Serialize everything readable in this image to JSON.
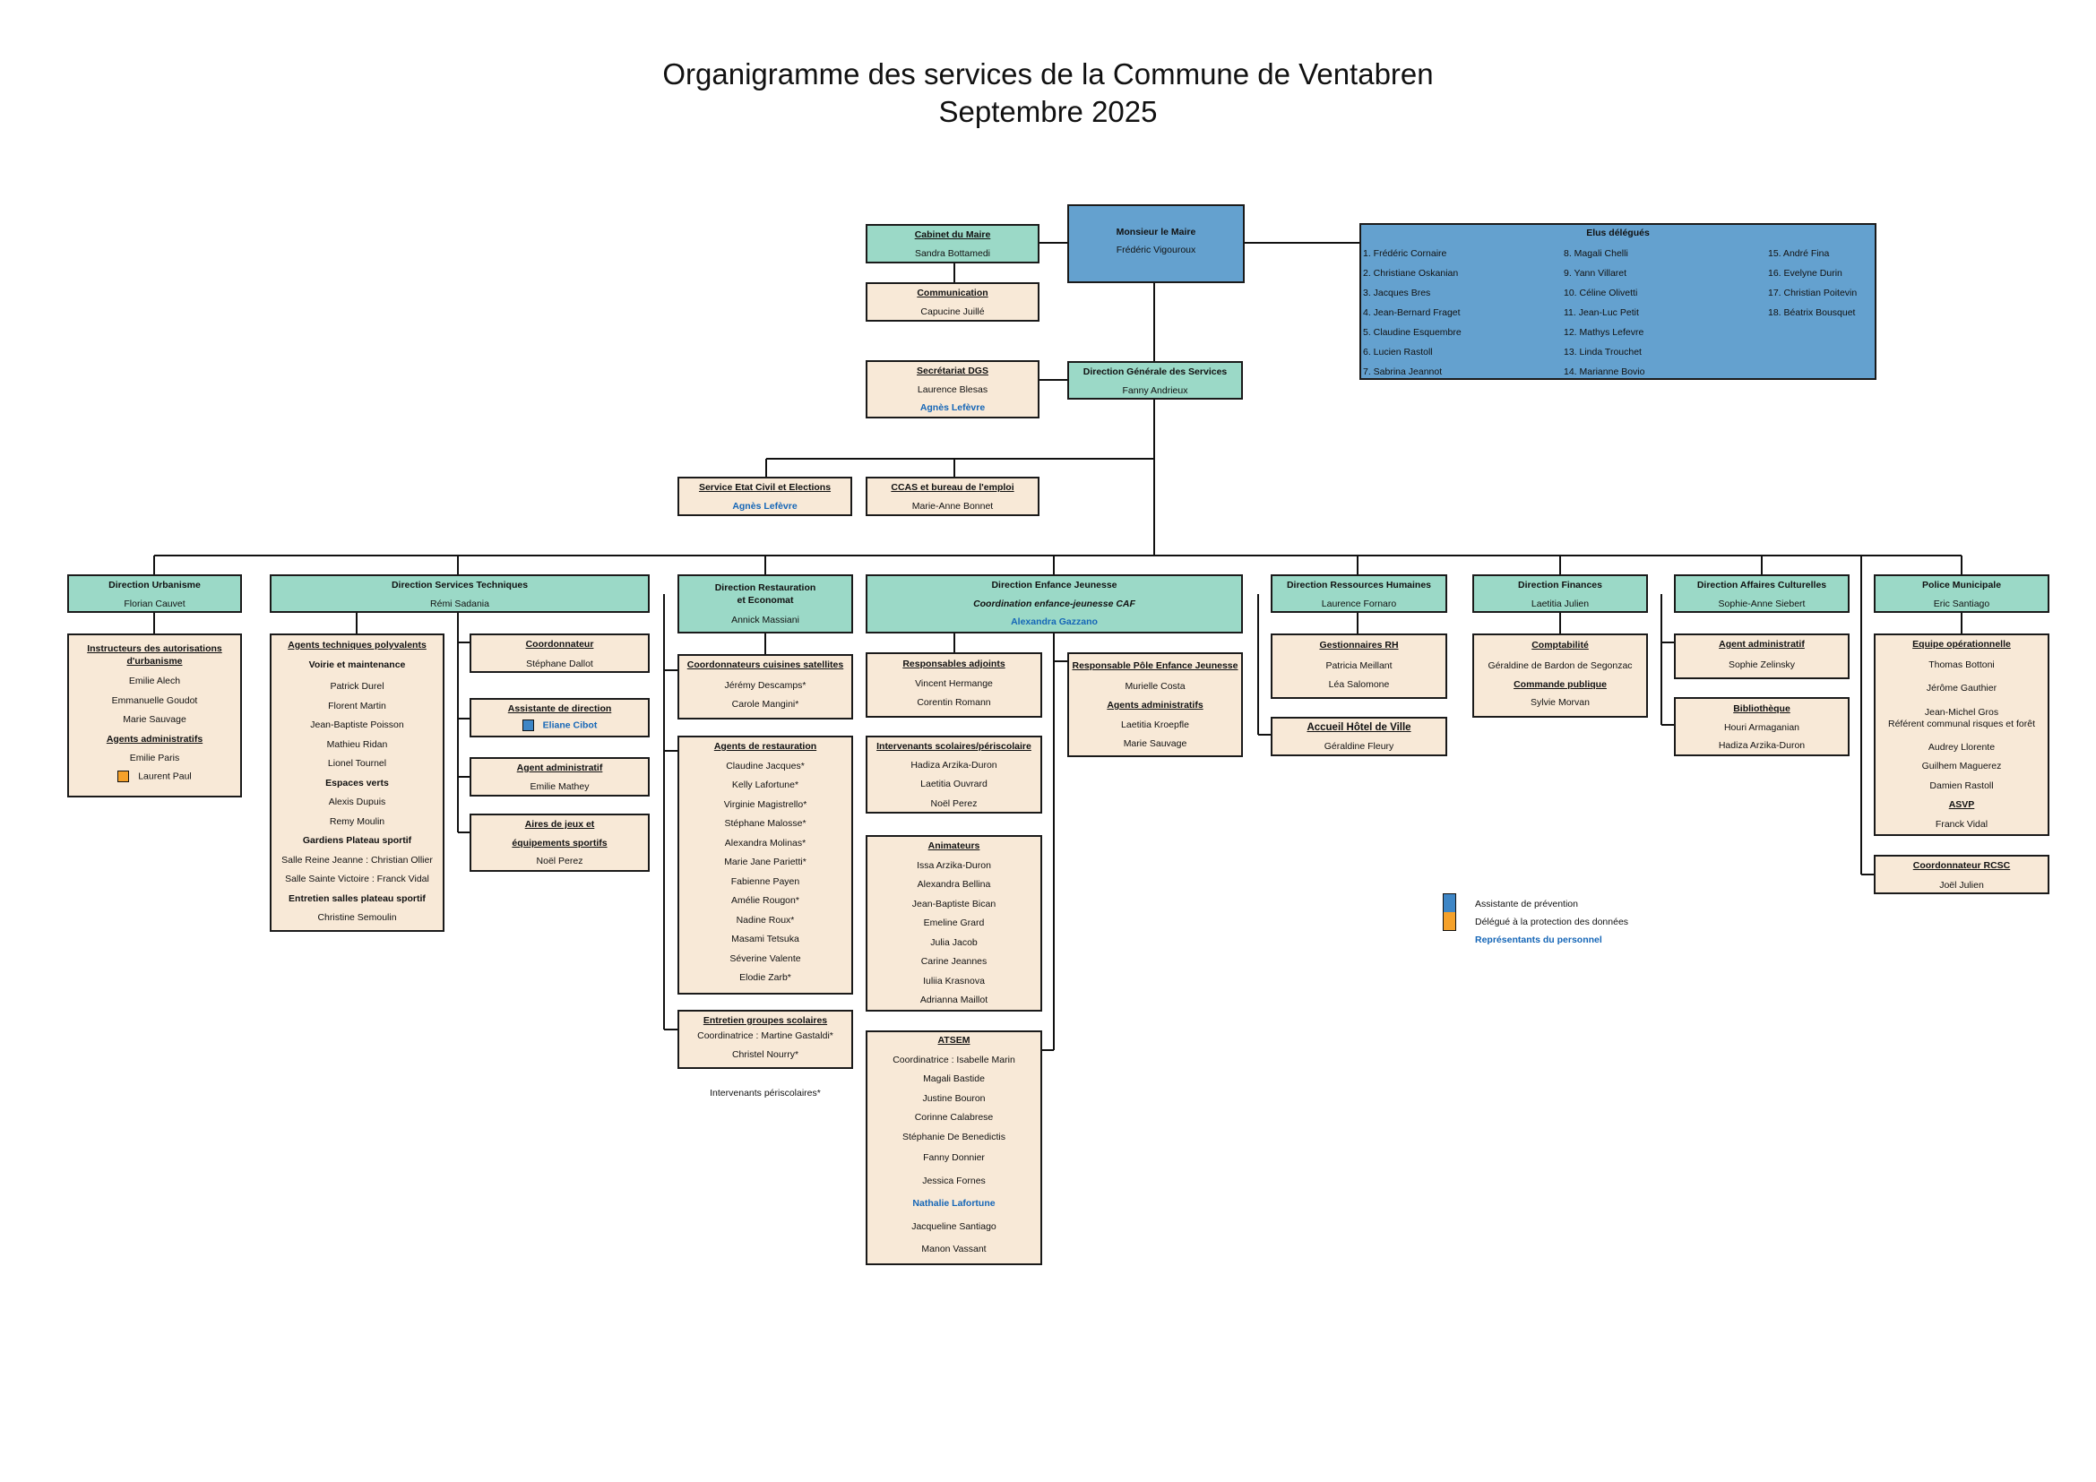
{
  "title": {
    "line1": "Organigramme des services de la Commune de Ventabren",
    "line2": "Septembre 2025"
  },
  "maire": {
    "title": "Monsieur le Maire",
    "name": "Frédéric Vigouroux"
  },
  "cabinet": {
    "title": "Cabinet du Maire",
    "name": "Sandra Bottamedi"
  },
  "communication": {
    "title": "Communication",
    "name": "Capucine Juillé"
  },
  "elus": {
    "title": "Elus délégués",
    "col1": [
      "1. Frédéric Cornaire",
      "2. Christiane Oskanian",
      "3. Jacques Bres",
      "4. Jean-Bernard Fraget",
      "5. Claudine Esquembre",
      "6. Lucien Rastoll",
      "7. Sabrina Jeannot"
    ],
    "col2": [
      "8. Magali Chelli",
      "9. Yann Villaret",
      "10. Céline Olivetti",
      "11. Jean-Luc Petit",
      "12. Mathys Lefevre",
      "13. Linda Trouchet",
      "14. Marianne Bovio"
    ],
    "col3": [
      "15. André Fina",
      "16. Evelyne Durin",
      "17. Christian Poitevin",
      "18. Béatrix Bousquet"
    ]
  },
  "secretariat": {
    "title": "Secrétariat DGS",
    "name": "Laurence Blesas",
    "rep": "Agnès Lefèvre"
  },
  "dgs": {
    "title": "Direction Générale des Services",
    "name": "Fanny Andrieux"
  },
  "etat_civil": {
    "title": "Service Etat Civil et Elections",
    "rep": "Agnès Lefèvre"
  },
  "ccas": {
    "title": "CCAS et bureau de l'emploi",
    "name": "Marie-Anne Bonnet"
  },
  "urbanisme": {
    "title": "Direction Urbanisme",
    "name": "Florian Cauvet",
    "sub_title1": "Instructeurs des autorisations",
    "sub_title2": "d'urbanisme",
    "instructeurs": [
      "Emilie Alech",
      "Emmanuelle Goudot",
      "Marie Sauvage"
    ],
    "agents_title": "Agents administratifs",
    "agents": [
      "Emilie Paris"
    ],
    "dpo": "Laurent Paul"
  },
  "technique": {
    "title": "Direction Services Techniques",
    "name": "Rémi Sadania",
    "agents_title": "Agents techniques polyvalents",
    "voirie_title": "Voirie et maintenance",
    "voirie": [
      "Patrick Durel",
      "Florent Martin",
      "Jean-Baptiste Poisson",
      "Mathieu Ridan",
      "Lionel Tournel"
    ],
    "espaces_title": "Espaces verts",
    "espaces": [
      "Alexis Dupuis",
      "Remy Moulin"
    ],
    "gardiens_title": "Gardiens Plateau sportif",
    "gardiens": [
      "Salle Reine Jeanne : Christian Ollier",
      "Salle Sainte Victoire : Franck Vidal"
    ],
    "entretien_title": "Entretien salles plateau sportif",
    "entretien": [
      "Christine Semoulin"
    ],
    "coordonnateur_title": "Coordonnateur",
    "coordonnateur": "Stéphane Dallot",
    "assistante_title": "Assistante de direction",
    "assistante": "Eliane Cibot",
    "agent_admin_title": "Agent administratif",
    "agent_admin": "Emilie Mathey",
    "aires_title1": "Aires de jeux et",
    "aires_title2": "équipements sportifs",
    "aires": "Noël Perez"
  },
  "restauration": {
    "title1": "Direction Restauration",
    "title2": "et Economat",
    "name": "Annick Massiani",
    "coord_title": "Coordonnateurs cuisines satellites",
    "coord": [
      "Jérémy Descamps*",
      "Carole Mangini*"
    ],
    "agents_title": "Agents de restauration",
    "agents": [
      "Claudine Jacques*",
      "Kelly Lafortune*",
      "Virginie Magistrello*",
      "Stéphane Malosse*",
      "Alexandra Molinas*",
      "Marie Jane Parietti*",
      "Fabienne Payen",
      "Amélie Rougon*",
      "Nadine Roux*",
      "Masami Tetsuka",
      "Séverine Valente",
      "Elodie Zarb*"
    ],
    "entretien_title": "Entretien groupes scolaires",
    "entretien": [
      "Coordinatrice : Martine Gastaldi*",
      "Christel Nourry*"
    ],
    "note": "Intervenants périscolaires*"
  },
  "enfance": {
    "title": "Direction Enfance Jeunesse",
    "subtitle": "Coordination enfance-jeunesse CAF",
    "rep": "Alexandra Gazzano",
    "adjoints_title": "Responsables adjoints",
    "adjoints": [
      "Vincent Hermange",
      "Corentin Romann"
    ],
    "intervenants_title": "Intervenants scolaires/périscolaire",
    "intervenants": [
      "Hadiza Arzika-Duron",
      "Laetitia Ouvrard",
      "Noël Perez"
    ],
    "animateurs_title": "Animateurs",
    "animateurs": [
      "Issa Arzika-Duron",
      "Alexandra Bellina",
      "Jean-Baptiste Bican",
      "Emeline Grard",
      "Julia Jacob",
      "Carine Jeannes",
      "Iuliia Krasnova",
      "Adrianna Maillot"
    ],
    "atsem_title": "ATSEM",
    "atsem_before": [
      "Coordinatrice : Isabelle Marin",
      "Magali Bastide",
      "Justine Bouron",
      "Corinne Calabrese",
      "Stéphanie De Benedictis",
      "Fanny Donnier",
      "Jessica Fornes"
    ],
    "atsem_rep": "Nathalie Lafortune",
    "atsem_after": [
      "Jacqueline Santiago",
      "Manon Vassant"
    ],
    "pole_title": "Responsable Pôle Enfance Jeunesse",
    "pole": "Murielle Costa",
    "agents_title": "Agents administratifs",
    "agents": [
      "Laetitia Kroepfle",
      "Marie Sauvage"
    ]
  },
  "rh": {
    "title": "Direction Ressources Humaines",
    "name": "Laurence Fornaro",
    "gest_title": "Gestionnaires RH",
    "gest": [
      "Patricia Meillant",
      "Léa Salomone"
    ],
    "accueil_title": "Accueil Hôtel de Ville",
    "accueil": "Géraldine Fleury"
  },
  "finances": {
    "title": "Direction Finances",
    "name": "Laetitia Julien",
    "compta_title": "Comptabilité",
    "compta": "Géraldine de Bardon de Segonzac",
    "commande_title": "Commande publique",
    "commande": "Sylvie Morvan"
  },
  "culture": {
    "title": "Direction Affaires Culturelles",
    "name": "Sophie-Anne Siebert",
    "agent_title": "Agent administratif",
    "agent": "Sophie Zelinsky",
    "biblio_title": "Bibliothèque",
    "biblio": [
      "Houri Armaganian",
      "Hadiza Arzika-Duron"
    ]
  },
  "police": {
    "title": "Police Municipale",
    "name": "Eric Santiago",
    "equipe_title": "Equipe opérationnelle",
    "equipe1": [
      "Thomas Bottoni",
      "Jérôme Gauthier",
      "Jean-Michel Gros"
    ],
    "referent": "Référent communal risques et forêt",
    "equipe2": [
      "Audrey Llorente",
      "Guilhem Maguerez",
      "Damien Rastoll"
    ],
    "asvp_title": "ASVP",
    "asvp": "Franck Vidal",
    "rcsc_title": "Coordonnateur RCSC",
    "rcsc": "Joël Julien"
  },
  "legend": {
    "prevention": "Assistante de prévention",
    "dpo": "Délégué à la protection des données",
    "representants": "Représentants du personnel"
  },
  "colors": {
    "teal": "#9bd9c7",
    "blue": "#64a1cf",
    "cream": "#f8e9d7",
    "prevention": "#3e86c6",
    "dpo": "#f5a12a",
    "rep": "#1566b7"
  }
}
